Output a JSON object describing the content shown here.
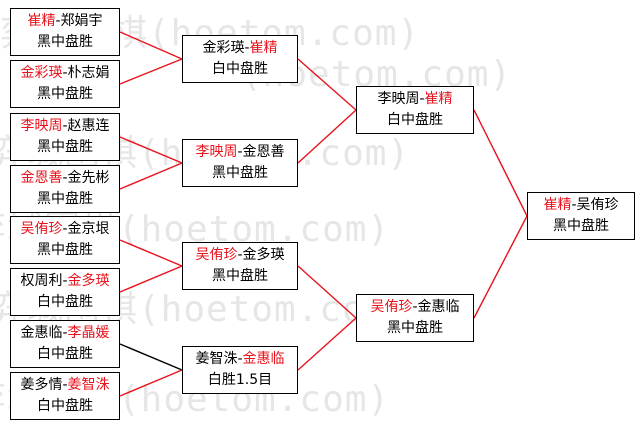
{
  "watermark": [
    "弈城围棋(hoetom.com)",
    "(hoetom.com)",
    "弈城围棋(hoetom.com)",
    "弈城围棋(hoetom.com)",
    "弈城围棋(hoetom.com)",
    "弈城围棋(hoetom.com)"
  ],
  "colors": {
    "winner": "#e8141e",
    "win_line": "#e8141e",
    "loss_line": "#000000"
  },
  "round1": [
    {
      "p1": "崔精",
      "sep": "-",
      "p2": "郑娟宇",
      "winner": 1,
      "result": "黑中盘胜"
    },
    {
      "p1": "金彩瑛",
      "sep": "-",
      "p2": "朴志娟",
      "winner": 1,
      "result": "黑中盘胜"
    },
    {
      "p1": "李映周",
      "sep": "-",
      "p2": "赵惠连",
      "winner": 1,
      "result": "黑中盘胜"
    },
    {
      "p1": "金恩善",
      "sep": "-",
      "p2": "金先彬",
      "winner": 1,
      "result": "黑中盘胜"
    },
    {
      "p1": "吴侑珍",
      "sep": "-",
      "p2": "金京垠",
      "winner": 1,
      "result": "黑中盘胜"
    },
    {
      "p1": "权周利",
      "sep": "-",
      "p2": "金多瑛",
      "winner": 2,
      "result": "白中盘胜"
    },
    {
      "p1": "金惠临",
      "sep": "-",
      "p2": "李晶媛",
      "winner": 2,
      "result": "白中盘胜"
    },
    {
      "p1": "姜多情",
      "sep": "-",
      "p2": "姜智洙",
      "winner": 2,
      "result": "白中盘胜"
    }
  ],
  "round2": [
    {
      "p1": "金彩瑛",
      "sep": "-",
      "p2": "崔精",
      "winner": 2,
      "result": "白中盘胜"
    },
    {
      "p1": "李映周",
      "sep": "-",
      "p2": "金恩善",
      "winner": 1,
      "result": "黑中盘胜"
    },
    {
      "p1": "吴侑珍",
      "sep": "-",
      "p2": "金多瑛",
      "winner": 1,
      "result": "黑中盘胜"
    },
    {
      "p1": "姜智洙",
      "sep": "-",
      "p2": "金惠临",
      "winner": 2,
      "result": "白胜1.5目"
    }
  ],
  "round3": [
    {
      "p1": "李映周",
      "sep": "-",
      "p2": "崔精",
      "winner": 2,
      "result": "白中盘胜"
    },
    {
      "p1": "吴侑珍",
      "sep": "-",
      "p2": "金惠临",
      "winner": 1,
      "result": "黑中盘胜"
    }
  ],
  "final": [
    {
      "p1": "崔精",
      "sep": "-",
      "p2": "吴侑珍",
      "winner": 1,
      "result": "黑中盘胜"
    }
  ]
}
